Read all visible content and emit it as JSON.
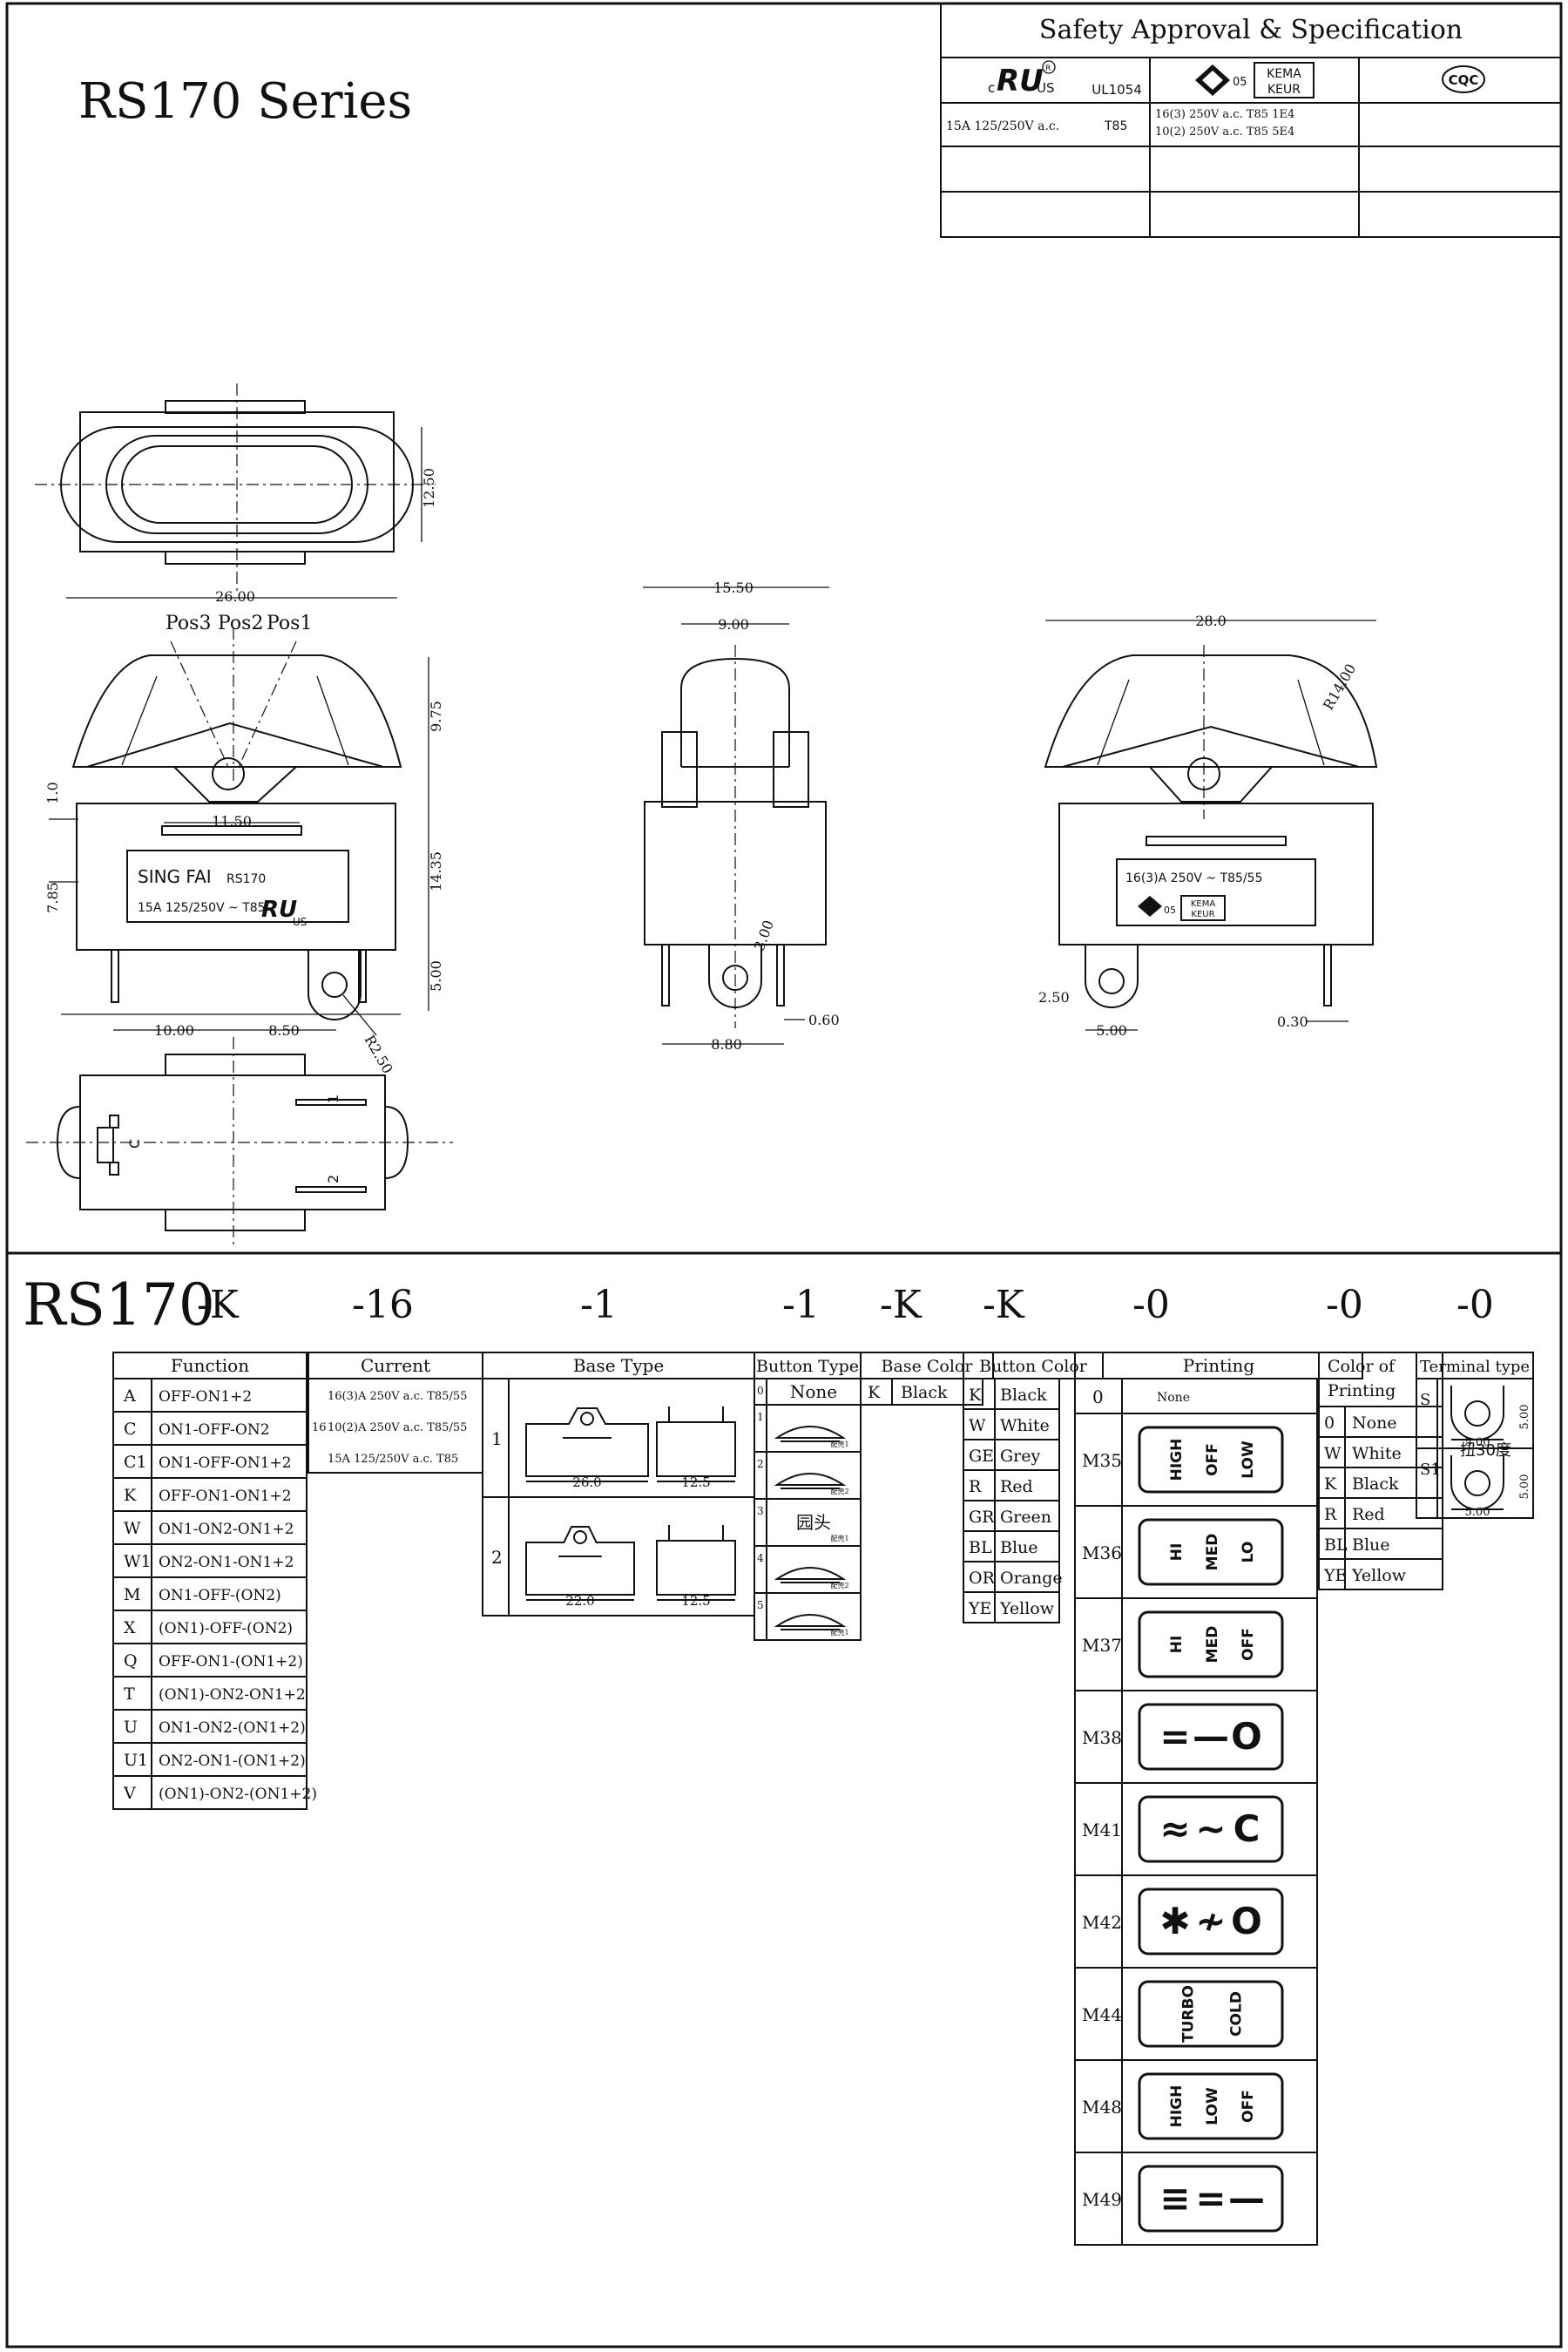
{
  "header": {
    "series_title": "RS170 Series",
    "approval_title": "Safety Approval & Specification",
    "approvals": [
      {
        "logo": "ul-recognized-mark",
        "logo_text": "RU",
        "code": "UL1054",
        "rating": "15A 125/250V a.c.",
        "temp": "T85"
      },
      {
        "logo": "kema-keur-mark",
        "logo_text": "KEMA KEUR",
        "code": "05",
        "rating_lines": [
          "16(3) 250V a.c. T85 1E4",
          "10(2) 250V a.c. T85 5E4"
        ]
      },
      {
        "logo": "cqc-mark",
        "logo_text": "CQC"
      }
    ]
  },
  "drawing": {
    "top_view": {
      "width_dim": "26.00",
      "height_dim": "12.50"
    },
    "front_view": {
      "positions": [
        "Pos3",
        "Pos2",
        "Pos1"
      ],
      "label_brand": "SING FAI",
      "label_model": "RS170",
      "label_rating": "15A 125/250V ~ T85",
      "dims": [
        "9.75",
        "1.0",
        "11.50",
        "7.85",
        "14.35",
        "5.00",
        "10.00",
        "8.50",
        "R2.50"
      ]
    },
    "side_view": {
      "dims": [
        "15.50",
        "9.00",
        "3.00",
        "0.60",
        "8.80"
      ]
    },
    "rear_view": {
      "label_rating": "16(3)A 250V ~ T85/55",
      "dims": [
        "28.0",
        "R14.00",
        "2.50",
        "5.00",
        "0.30"
      ]
    },
    "bottom_view": {
      "terminals": [
        "1",
        "2",
        "C"
      ]
    }
  },
  "part_code": {
    "prefix": "RS170",
    "segments": [
      "-K",
      "-16",
      "-1",
      "-1",
      "-K",
      "-K",
      "-0",
      "-0",
      "-0"
    ]
  },
  "tables": {
    "function": {
      "header": "Function",
      "rows": [
        [
          "A",
          "OFF-ON1+2"
        ],
        [
          "C",
          "ON1-OFF-ON2"
        ],
        [
          "C1",
          "ON1-OFF-ON1+2"
        ],
        [
          "K",
          "OFF-ON1-ON1+2"
        ],
        [
          "W",
          "ON1-ON2-ON1+2"
        ],
        [
          "W1",
          "ON2-ON1-ON1+2"
        ],
        [
          "M",
          "ON1-OFF-(ON2)"
        ],
        [
          "X",
          "(ON1)-OFF-(ON2)"
        ],
        [
          "Q",
          "OFF-ON1-(ON1+2)"
        ],
        [
          "T",
          "(ON1)-ON2-ON1+2"
        ],
        [
          "U",
          "ON1-ON2-(ON1+2)"
        ],
        [
          "U1",
          "ON2-ON1-(ON1+2)"
        ],
        [
          "V",
          "(ON1)-ON2-(ON1+2)"
        ]
      ]
    },
    "current": {
      "header": "Current",
      "code": "16",
      "rows": [
        "16(3)A  250V a.c. T85/55",
        "10(2)A  250V a.c. T85/55",
        "15A 125/250V a.c. T85"
      ]
    },
    "base_type": {
      "header": "Base Type",
      "rows": [
        {
          "code": "1",
          "dims": [
            "26.0",
            "12.5"
          ]
        },
        {
          "code": "2",
          "dims": [
            "22.0",
            "12.5"
          ]
        }
      ]
    },
    "button_type": {
      "header": "Button Type",
      "rows": [
        {
          "code": "0",
          "label": "None"
        },
        {
          "code": "1",
          "label": "",
          "note": "配壳1"
        },
        {
          "code": "2",
          "label": "",
          "note": "配壳2"
        },
        {
          "code": "3",
          "label": "园头",
          "note": "配壳1"
        },
        {
          "code": "4",
          "label": "",
          "note": "配壳2"
        },
        {
          "code": "5",
          "label": "",
          "note": "配壳1"
        }
      ]
    },
    "base_color": {
      "header": "Base Color",
      "rows": [
        [
          "K",
          "Black"
        ]
      ]
    },
    "button_color": {
      "header": "Button Color",
      "rows": [
        [
          "K",
          "Black"
        ],
        [
          "W",
          "White"
        ],
        [
          "GE",
          "Grey"
        ],
        [
          "R",
          "Red"
        ],
        [
          "GR",
          "Green"
        ],
        [
          "BL",
          "Blue"
        ],
        [
          "OR",
          "Orange"
        ],
        [
          "YE",
          "Yellow"
        ]
      ]
    },
    "printing": {
      "header": "Printing",
      "rows": [
        {
          "code": "0",
          "text": [
            "None"
          ]
        },
        {
          "code": "M35",
          "text": [
            "HIGH",
            "OFF",
            "LOW"
          ]
        },
        {
          "code": "M36",
          "text": [
            "HI",
            "MED",
            "LO"
          ]
        },
        {
          "code": "M37",
          "text": [
            "HI",
            "MED",
            "OFF"
          ]
        },
        {
          "code": "M38",
          "text": [
            "=",
            "—",
            "O"
          ]
        },
        {
          "code": "M41",
          "text": [
            "≈",
            "~",
            "C"
          ]
        },
        {
          "code": "M42",
          "text": [
            "✱",
            "≁",
            "O"
          ]
        },
        {
          "code": "M44",
          "text": [
            "TURBO",
            "COLD"
          ]
        },
        {
          "code": "M48",
          "text": [
            "HIGH",
            "LOW",
            "OFF"
          ]
        },
        {
          "code": "M49",
          "text": [
            "≡",
            "=",
            "—"
          ]
        }
      ]
    },
    "print_color": {
      "header_lines": [
        "Color of",
        "Printing"
      ],
      "rows": [
        [
          "0",
          "None"
        ],
        [
          "W",
          "White"
        ],
        [
          "K",
          "Black"
        ],
        [
          "R",
          "Red"
        ],
        [
          "BL",
          "Blue"
        ],
        [
          "YE",
          "Yellow"
        ]
      ]
    },
    "terminal": {
      "header": "Terminal type",
      "rows": [
        {
          "code": "S",
          "dims": [
            "5.00",
            "5.00"
          ]
        },
        {
          "code": "S1",
          "note": "扭30度",
          "dims": [
            "5.00",
            "5.00"
          ]
        }
      ]
    }
  }
}
